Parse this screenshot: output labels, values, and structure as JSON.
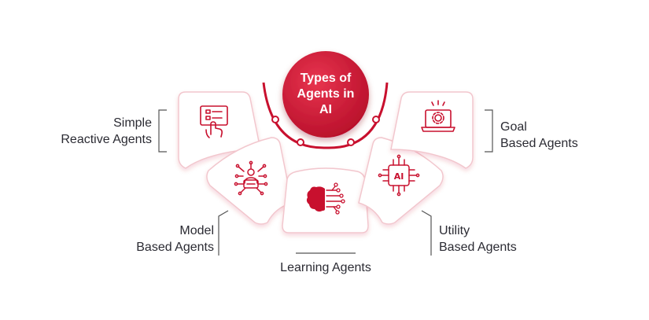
{
  "center": {
    "lines": [
      "Types of",
      "Agents in",
      "AI"
    ]
  },
  "agents": [
    {
      "lines": [
        "Simple",
        "Reactive Agents"
      ],
      "icon": "touch-screen-checklist-icon"
    },
    {
      "lines": [
        "Model",
        "Based Agents"
      ],
      "icon": "circuit-robot-icon"
    },
    {
      "lines": [
        "Learning Agents"
      ],
      "icon": "brain-circuit-icon"
    },
    {
      "lines": [
        "Utility",
        "Based Agents"
      ],
      "icon": "ai-chip-icon"
    },
    {
      "lines": [
        "Goal",
        "Based Agents"
      ],
      "icon": "laptop-gear-icon"
    }
  ],
  "chip_text": "AI",
  "colors": {
    "accent": "#c8102e",
    "accent_light": "#e0334f",
    "card_border": "#f2c6cd",
    "text": "#2b2b33"
  }
}
